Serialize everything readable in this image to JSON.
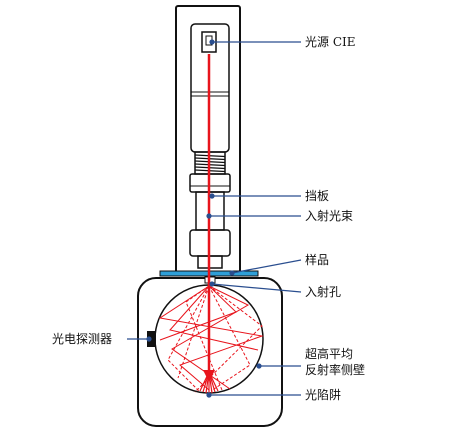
{
  "labels": {
    "light_source": "光源 CIE",
    "baffle": "挡板",
    "incident_beam": "入射光束",
    "sample": "样品",
    "entrance_port": "入射孔",
    "photodetector": "光电探测器",
    "sphere_wall_line1": "超高平均",
    "sphere_wall_line2": "反射率侧壁",
    "light_trap": "光陷阱"
  },
  "colors": {
    "beam": "#e8141c",
    "scatter": "#e8141c",
    "callout": "#2a4e8f",
    "sample": "#2e9fd8",
    "outline": "#111111"
  }
}
